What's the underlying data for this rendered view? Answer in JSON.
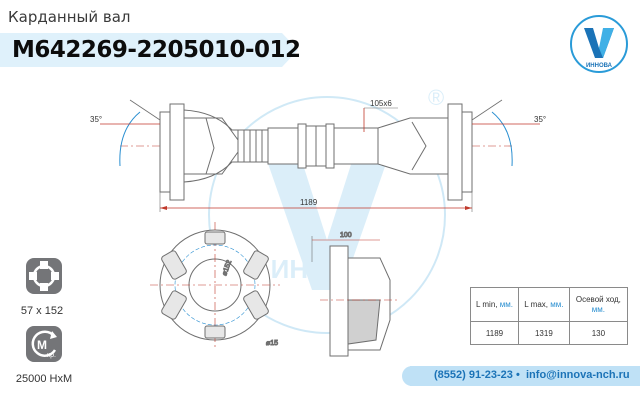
{
  "header": {
    "title": "Карданный вал",
    "part_number": "М642269-2205010-012"
  },
  "logo": {
    "icon": "innova-logo-icon",
    "brand_text": "ИННОВА",
    "watermark_text": "ИННОВА"
  },
  "drawing": {
    "angle_left": "35°",
    "angle_right": "35°",
    "tube_label": "105x6",
    "length_label": "1189",
    "bolt_circle_label": "⌀152",
    "bolt_hole_label": "⌀15",
    "side_dimension_label": "100",
    "registered_mark": "®"
  },
  "sidebar": {
    "flange_icon": "flange-icon",
    "flange_size": "57 х 152",
    "torque_icon": "torque-icon",
    "torque_icon_text": "М",
    "torque_icon_subscript": "кр.",
    "torque_value": "25000 НхМ"
  },
  "specs": {
    "headers": [
      {
        "label": "L min,",
        "unit": "мм."
      },
      {
        "label": "L max,",
        "unit": "мм."
      },
      {
        "label": "Осевой ход,",
        "unit": "мм."
      }
    ],
    "values": [
      "1189",
      "1319",
      "130"
    ]
  },
  "contacts": {
    "phone": "(8552) 91-23-23",
    "separator": "•",
    "email": "info@innova-nch.ru"
  },
  "colors": {
    "brand_blue": "#1b73b7",
    "accent_red": "#c0392b",
    "line_gray": "#7a7a7a",
    "banner_bg": "#dff1fb"
  }
}
